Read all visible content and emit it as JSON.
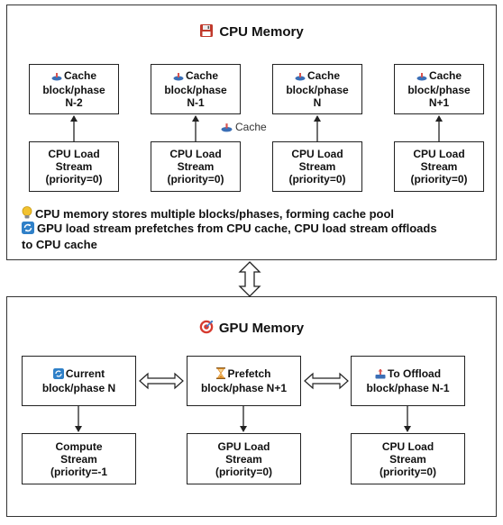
{
  "cpu_panel": {
    "title": "CPU Memory",
    "title_icon": "floppy-disk-icon",
    "cache_blocks": [
      {
        "line1": "Cache",
        "line2": "block/phase",
        "line3": "N-2",
        "icon": "cache-disk-icon"
      },
      {
        "line1": "Cache",
        "line2": "block/phase",
        "line3": "N-1",
        "icon": "cache-disk-icon"
      },
      {
        "line1": "Cache",
        "line2": "block/phase",
        "line3": "N",
        "icon": "cache-disk-icon"
      },
      {
        "line1": "Cache",
        "line2": "block/phase",
        "line3": "N+1",
        "icon": "cache-disk-icon"
      }
    ],
    "load_streams": [
      {
        "line1": "CPU Load",
        "line2": "Stream",
        "line3": "(priority=0)"
      },
      {
        "line1": "CPU Load",
        "line2": "Stream",
        "line3": "(priority=0)"
      },
      {
        "line1": "CPU Load",
        "line2": "Stream",
        "line3": "(priority=0)"
      },
      {
        "line1": "CPU Load",
        "line2": "Stream",
        "line3": "(priority=0)"
      }
    ],
    "floating_label": "Cache",
    "notes": [
      {
        "icon": "lightbulb-icon",
        "text": "CPU memory stores multiple blocks/phases, forming cache pool"
      },
      {
        "icon": "refresh-icon",
        "text": "GPU load stream prefetches from CPU cache, CPU load stream offloads",
        "text2": "to CPU cache"
      }
    ]
  },
  "gpu_panel": {
    "title": "GPU Memory",
    "title_icon": "target-icon",
    "blocks": [
      {
        "line1": "Current",
        "line2": "block/phase N",
        "icon": "refresh-icon"
      },
      {
        "line1": "Prefetch",
        "line2": "block/phase N+1",
        "icon": "hourglass-icon"
      },
      {
        "line1": "To Offload",
        "line2": "block/phase N-1",
        "icon": "upload-tray-icon"
      }
    ],
    "streams": [
      {
        "line1": "Compute",
        "line2": "Stream",
        "line3": "(priority=-1"
      },
      {
        "line1": "GPU Load",
        "line2": "Stream",
        "line3": "(priority=0)"
      },
      {
        "line1": "CPU Load",
        "line2": "Stream",
        "line3": "(priority=0)"
      }
    ]
  },
  "colors": {
    "border": "#222222",
    "floppy_red": "#c0392b",
    "refresh_blue": "#2f80c8",
    "hourglass_orange": "#e08a1e",
    "bulb_yellow": "#f2c230",
    "cache_blue": "#3b6fb6",
    "target_red": "#d63a2f"
  }
}
